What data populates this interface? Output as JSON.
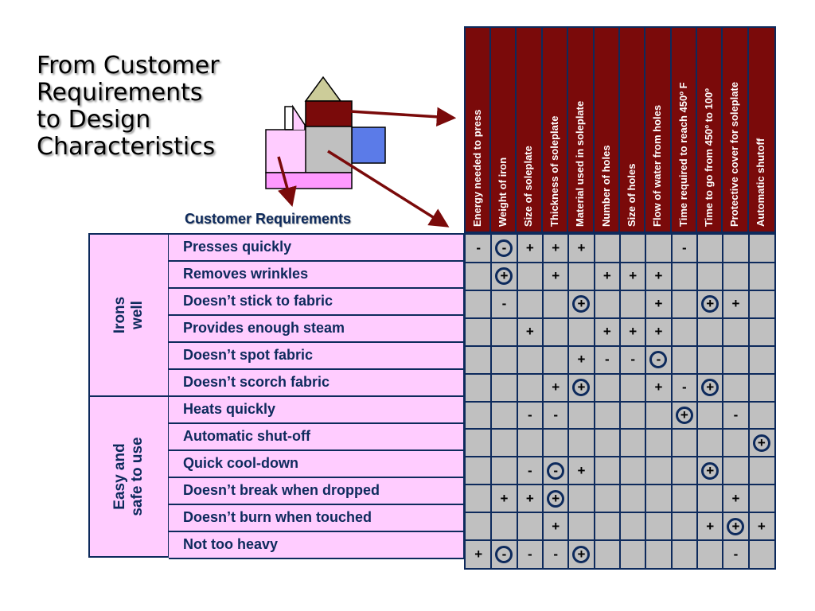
{
  "title_lines": [
    "From Customer",
    "Requirements",
    "to Design",
    "Characteristics"
  ],
  "customer_requirements_label": "Customer Requirements",
  "design_characteristics": [
    "Energy needed to press",
    "Weight of iron",
    "Size of soleplate",
    "Thickness of soleplate",
    "Material used in soleplate",
    "Number of holes",
    "Size of holes",
    "Flow of water from holes",
    "Time required to reach 450º F",
    "Time  to go from 450º to 100º",
    "Protective cover for soleplate",
    "Automatic shutoff"
  ],
  "groups": [
    {
      "label_lines": [
        "Irons",
        "well"
      ],
      "start": 0,
      "count": 6
    },
    {
      "label_lines": [
        "Easy and",
        "safe to use"
      ],
      "start": 6,
      "count": 6
    }
  ],
  "requirements": [
    "Presses quickly",
    "Removes wrinkles",
    "Doesn’t stick to fabric",
    "Provides enough steam",
    "Doesn’t spot fabric",
    "Doesn’t scorch fabric",
    "Heats quickly",
    "Automatic shut-off",
    "Quick cool-down",
    "Doesn’t break when dropped",
    "Doesn’t burn when touched",
    "Not too heavy"
  ],
  "matrix": [
    [
      "-",
      "(-)",
      "+",
      "+",
      "+",
      "",
      "",
      "",
      "-",
      "",
      "",
      ""
    ],
    [
      "",
      "(+)",
      "",
      "+",
      "",
      "+",
      "+",
      "+",
      "",
      "",
      "",
      ""
    ],
    [
      "",
      "-",
      "",
      "",
      "(+)",
      "",
      "",
      "+",
      "",
      "(+)",
      "+",
      ""
    ],
    [
      "",
      "",
      "+",
      "",
      "",
      "+",
      "+",
      "+",
      "",
      "",
      "",
      ""
    ],
    [
      "",
      "",
      "",
      "",
      "+",
      "-",
      "-",
      "(-)",
      "",
      "",
      "",
      ""
    ],
    [
      "",
      "",
      "",
      "+",
      "(+)",
      "",
      "",
      "+",
      "-",
      "(+)",
      "",
      ""
    ],
    [
      "",
      "",
      "-",
      "-",
      "",
      "",
      "",
      "",
      "(+)",
      "",
      "-",
      ""
    ],
    [
      "",
      "",
      "",
      "",
      "",
      "",
      "",
      "",
      "",
      "",
      "",
      "(+)"
    ],
    [
      "",
      "",
      "-",
      "(-)",
      "+",
      "",
      "",
      "",
      "",
      "(+)",
      "",
      ""
    ],
    [
      "",
      "+",
      "+",
      "(+)",
      "",
      "",
      "",
      "",
      "",
      "",
      "+",
      ""
    ],
    [
      "",
      "",
      "",
      "+",
      "",
      "",
      "",
      "",
      "",
      "+",
      "(+)",
      "+"
    ],
    [
      "+",
      "(-)",
      "-",
      "-",
      "(+)",
      "",
      "",
      "",
      "",
      "",
      "-",
      ""
    ]
  ],
  "colors": {
    "header_bg": "#7a0a0a",
    "grid_bg": "#c0c0c0",
    "requirement_bg": "#ffccff",
    "border": "#0d2a5c",
    "arrow": "#7a0a0a",
    "iron_top": "#cccc99",
    "iron_red": "#7a0a0a",
    "iron_grey": "#c0c0c0",
    "iron_blue": "#5b7be8",
    "iron_pink": "#ffccff",
    "iron_magenta": "#ff99ff"
  }
}
